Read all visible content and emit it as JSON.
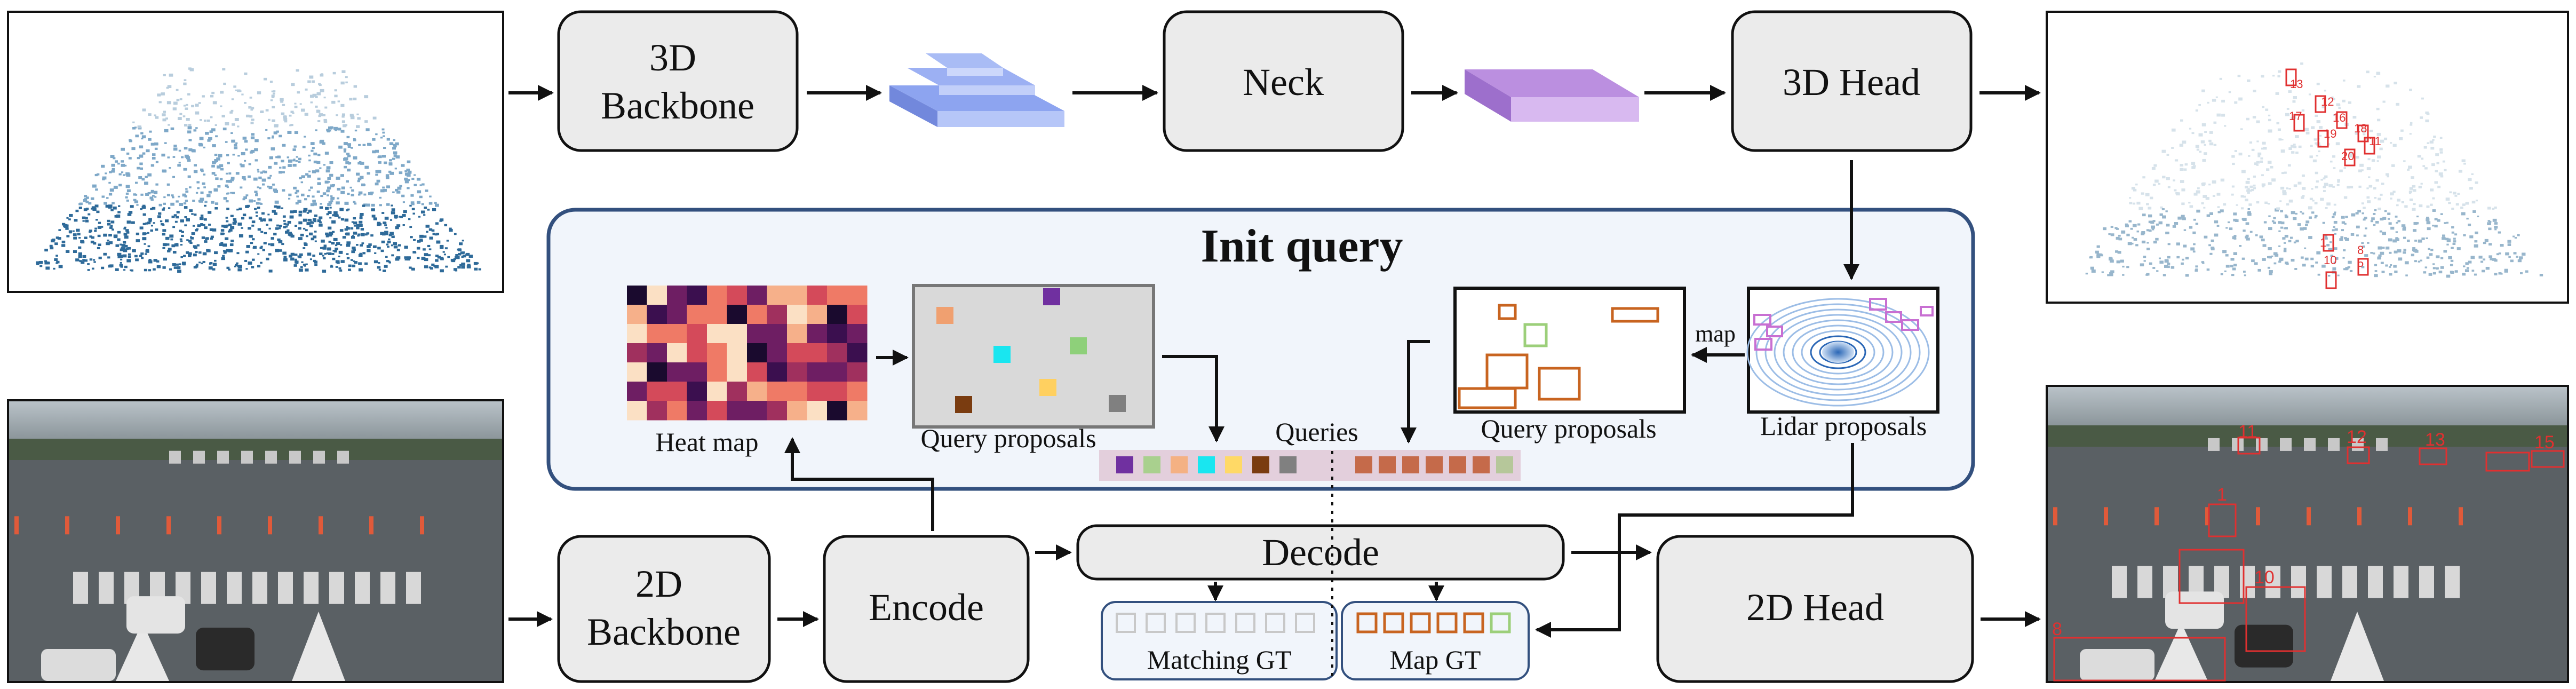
{
  "nodes": {
    "backbone3d": "3D\nBackbone",
    "neck": "Neck",
    "head3d": "3D Head",
    "backbone2d": "2D\nBackbone",
    "encode": "Encode",
    "decode": "Decode",
    "head2d": "2D Head"
  },
  "init_query": {
    "title": "Init query",
    "heat_map_label": "Heat map",
    "query_proposals_left_label": "Query proposals",
    "queries_label": "Queries",
    "query_proposals_right_label": "Query proposals",
    "map_label": "map",
    "lidar_proposals_label": "Lidar proposals"
  },
  "gt": {
    "matching_label": "Matching GT",
    "map_label": "Map GT"
  },
  "detections_3d": [
    "13",
    "12",
    "17",
    "16",
    "18",
    "19",
    "11",
    "20",
    "10",
    "5",
    "8",
    "1"
  ],
  "detections_2d": [
    "1",
    "10",
    "11",
    "13",
    "15",
    "12",
    "8"
  ],
  "colors": {
    "node_fill": "#ebebeb",
    "panel_fill": "#f1f5fb",
    "panel_border": "#33507e",
    "feature_blue": "#8da4f0",
    "feature_purple": "#bb8fe0",
    "proposal_orange": "#c86420",
    "proposal_green": "#9ccf7a",
    "detection_red": "#e03030"
  }
}
